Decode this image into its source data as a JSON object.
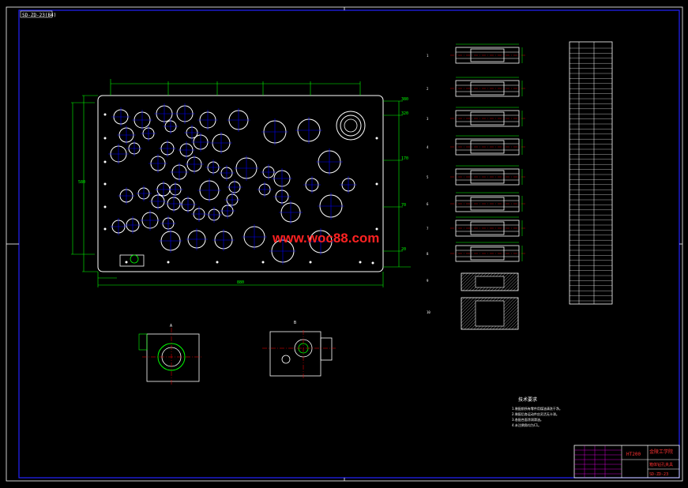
{
  "drawing": {
    "code_tag": "SD-ZD-23(B4)",
    "watermark": "www.woc88.com",
    "notes_title": "技术要求",
    "notes": [
      "1.装配前所有零件用煤油清洗干净。",
      "2.装配后各运动件应灵活无卡滞。",
      "3.各配合面涂润滑油。",
      "4.未注倒角均为C1。"
    ],
    "title_block": {
      "school": "金陵工学院",
      "drawing_name": "箱体钻孔夹具",
      "code": "SD-ZD-23",
      "part": "HT200"
    },
    "section_labels": [
      "A",
      "B"
    ],
    "part_labels": [
      "1",
      "2",
      "3",
      "4",
      "5",
      "6",
      "7",
      "8",
      "9",
      "10"
    ],
    "dims": {
      "total_width": "880",
      "total_height": "580",
      "right_dims": [
        "380",
        "320",
        "170",
        "70",
        "20"
      ]
    }
  },
  "colors": {
    "background": "#000000",
    "frame": "#0000ff",
    "outline": "#ffffff",
    "dimension": "#00ff00",
    "centerline": "#ff0000",
    "hole_center": "#0000ff",
    "watermark": "#ff2222",
    "title_text": "#ff00ff",
    "title_red": "#ff3333"
  }
}
